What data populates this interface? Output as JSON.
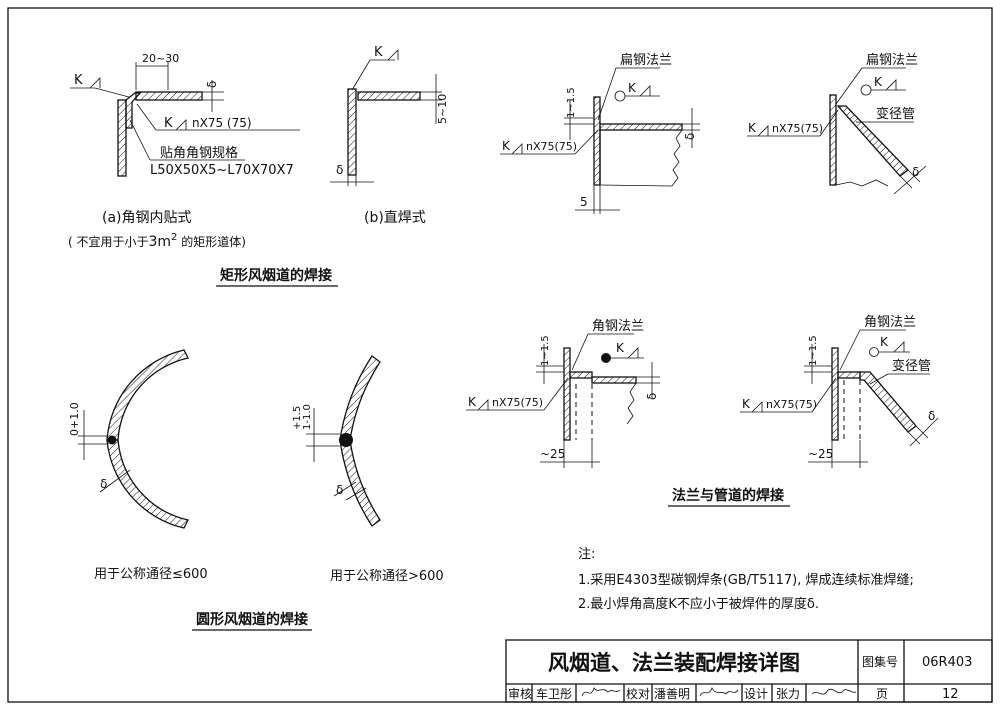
{
  "rect_duct": {
    "a_dim": "20~30",
    "a_k": "K",
    "a_delta": "δ",
    "a_weld": "K",
    "a_nx": "nX75  (75)",
    "a_spec_label": "贴角角钢规格",
    "a_spec_value": "L50X50X5~L70X70X7",
    "b_k": "K",
    "b_dim": "5~10",
    "b_delta": "δ",
    "cap_a": "(a)角钢内贴式",
    "cap_a_note_pre": "( 不宜用于小于",
    "cap_a_note_num": "3m",
    "cap_a_note_sup": "2",
    "cap_a_note_post": " 的矩形道体)",
    "cap_b": "(b)直焊式",
    "section_title": "矩形风烟道的焊接"
  },
  "flange_pipe": {
    "f1_label": "扁钢法兰",
    "f1_dim": "1~1.5",
    "f1_k": "K",
    "f1_weld_k": "K",
    "f1_nx": "nX75(75)",
    "f1_delta": "δ",
    "f1_bottom": "5",
    "f2_label": "扁钢法兰",
    "f2_k": "K",
    "f2_weld_k": "K",
    "f2_nx": "nX75(75)",
    "f2_pipe": "变径管",
    "f2_delta": "δ",
    "f3_label": "角钢法兰",
    "f3_dim": "1~1.5",
    "f3_k": "K",
    "f3_weld_k": "K",
    "f3_nx": "nX75(75)",
    "f3_delta": "δ",
    "f3_bottom": "~25",
    "f4_label": "角钢法兰",
    "f4_dim": "1~1.5",
    "f4_k": "K",
    "f4_weld_k": "K",
    "f4_nx": "nX75(75)",
    "f4_pipe": "变径管",
    "f4_delta": "δ",
    "f4_bottom": "~25",
    "section_title": "法兰与管道的焊接"
  },
  "round_duct": {
    "c1_tol": "0+1.0",
    "c1_delta": "δ",
    "c1_caption": "用于公称通径≤600",
    "c2_tol_top": "+1.5",
    "c2_tol_bot": "1-1.0",
    "c2_delta": "δ",
    "c2_caption": "用于公称通径>600",
    "section_title": "圆形风烟道的焊接"
  },
  "notes": {
    "heading": "注:",
    "line1": "1.采用E4303型碳钢焊条(GB/T5117), 焊成连续标准焊缝;",
    "line2": "2.最小焊角高度K不应小于被焊件的厚度δ."
  },
  "title_block": {
    "drawing_title": "风烟道、法兰装配焊接详图",
    "atlas_label": "图集号",
    "atlas_value": "06R403",
    "review_label": "审核",
    "review_name": "车卫彤",
    "check_label": "校对",
    "check_name": "潘善明",
    "design_label": "设计",
    "design_name": "张力",
    "page_label": "页",
    "page_value": "12"
  }
}
